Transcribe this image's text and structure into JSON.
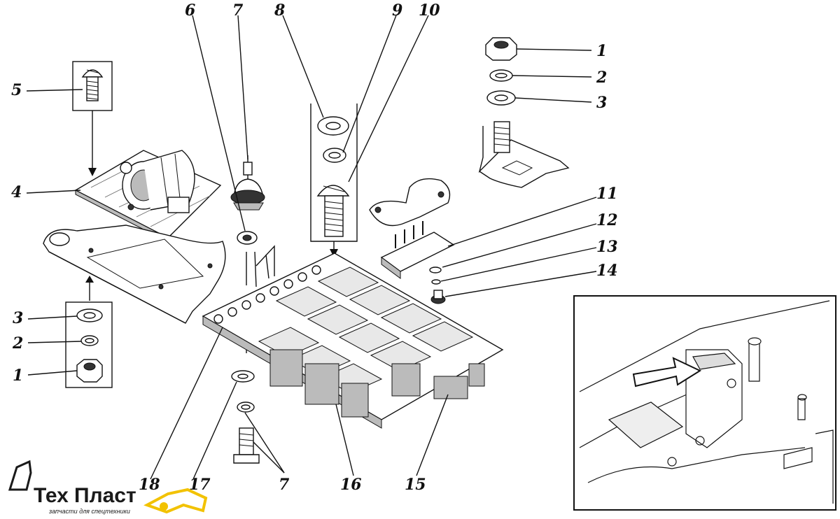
{
  "callouts": {
    "c1_top": "1",
    "c2_top": "2",
    "c3_top": "3",
    "c5": "5",
    "c4": "4",
    "c6": "6",
    "c7_top": "7",
    "c8": "8",
    "c9": "9",
    "c10": "10",
    "c11": "11",
    "c12": "12",
    "c13": "13",
    "c14": "14",
    "c3_left": "3",
    "c2_left": "2",
    "c1_left": "1",
    "c18": "18",
    "c17": "17",
    "c7_bottom": "7",
    "c16": "16",
    "c15": "15"
  },
  "logo": {
    "brand_prefix": "Тех",
    "brand_suffix": "Пласт",
    "tagline": "запчасти для спецтехники",
    "color_brand": "#1a1a1a",
    "color_accent": "#f2c200"
  }
}
